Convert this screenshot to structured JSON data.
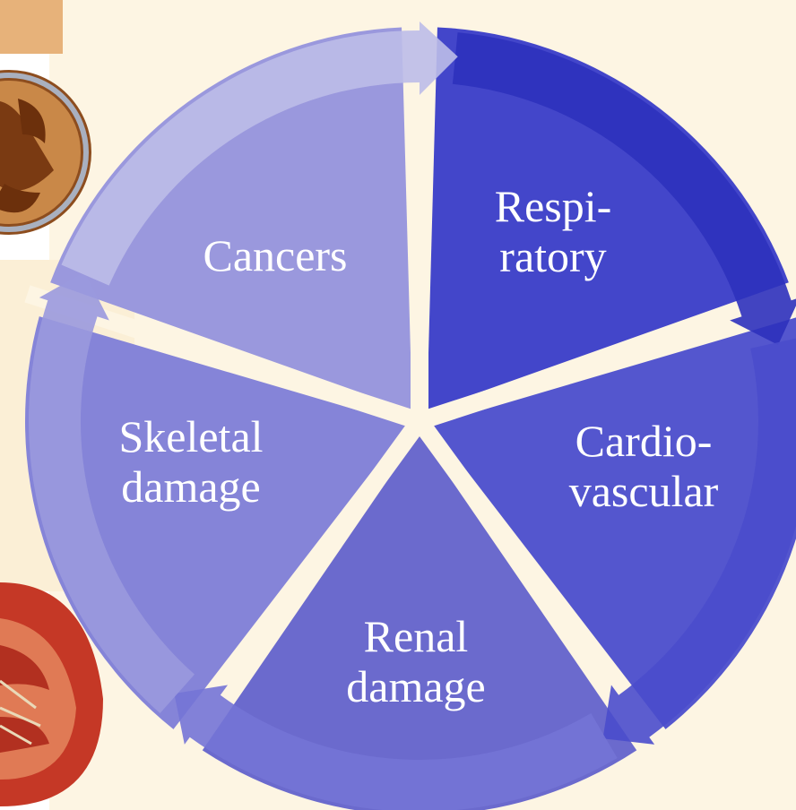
{
  "diagram": {
    "type": "cycle",
    "segments": [
      {
        "id": "respiratory",
        "lines": [
          "Respi-",
          "ratory"
        ],
        "color": "#4346ca",
        "arrow_color": "#2e31bd"
      },
      {
        "id": "cardiovascular",
        "lines": [
          "Cardio-",
          "vascular"
        ],
        "color": "#5456ce",
        "arrow_color": "#4a4dcc"
      },
      {
        "id": "renal",
        "lines": [
          "Renal",
          "damage"
        ],
        "color": "#6b6acd",
        "arrow_color": "#7474d6"
      },
      {
        "id": "skeletal",
        "lines": [
          "Skeletal",
          "damage"
        ],
        "color": "#8584d8",
        "arrow_color": "#9a99de"
      },
      {
        "id": "cancers",
        "lines": [
          "Cancers"
        ],
        "color": "#9a98dd",
        "arrow_color": "#bdbde8"
      }
    ],
    "background": {
      "panel_color": "#fdf5e3",
      "bone_image": "bone-cross-section",
      "kidney_image": "kidney-cross-section"
    }
  }
}
